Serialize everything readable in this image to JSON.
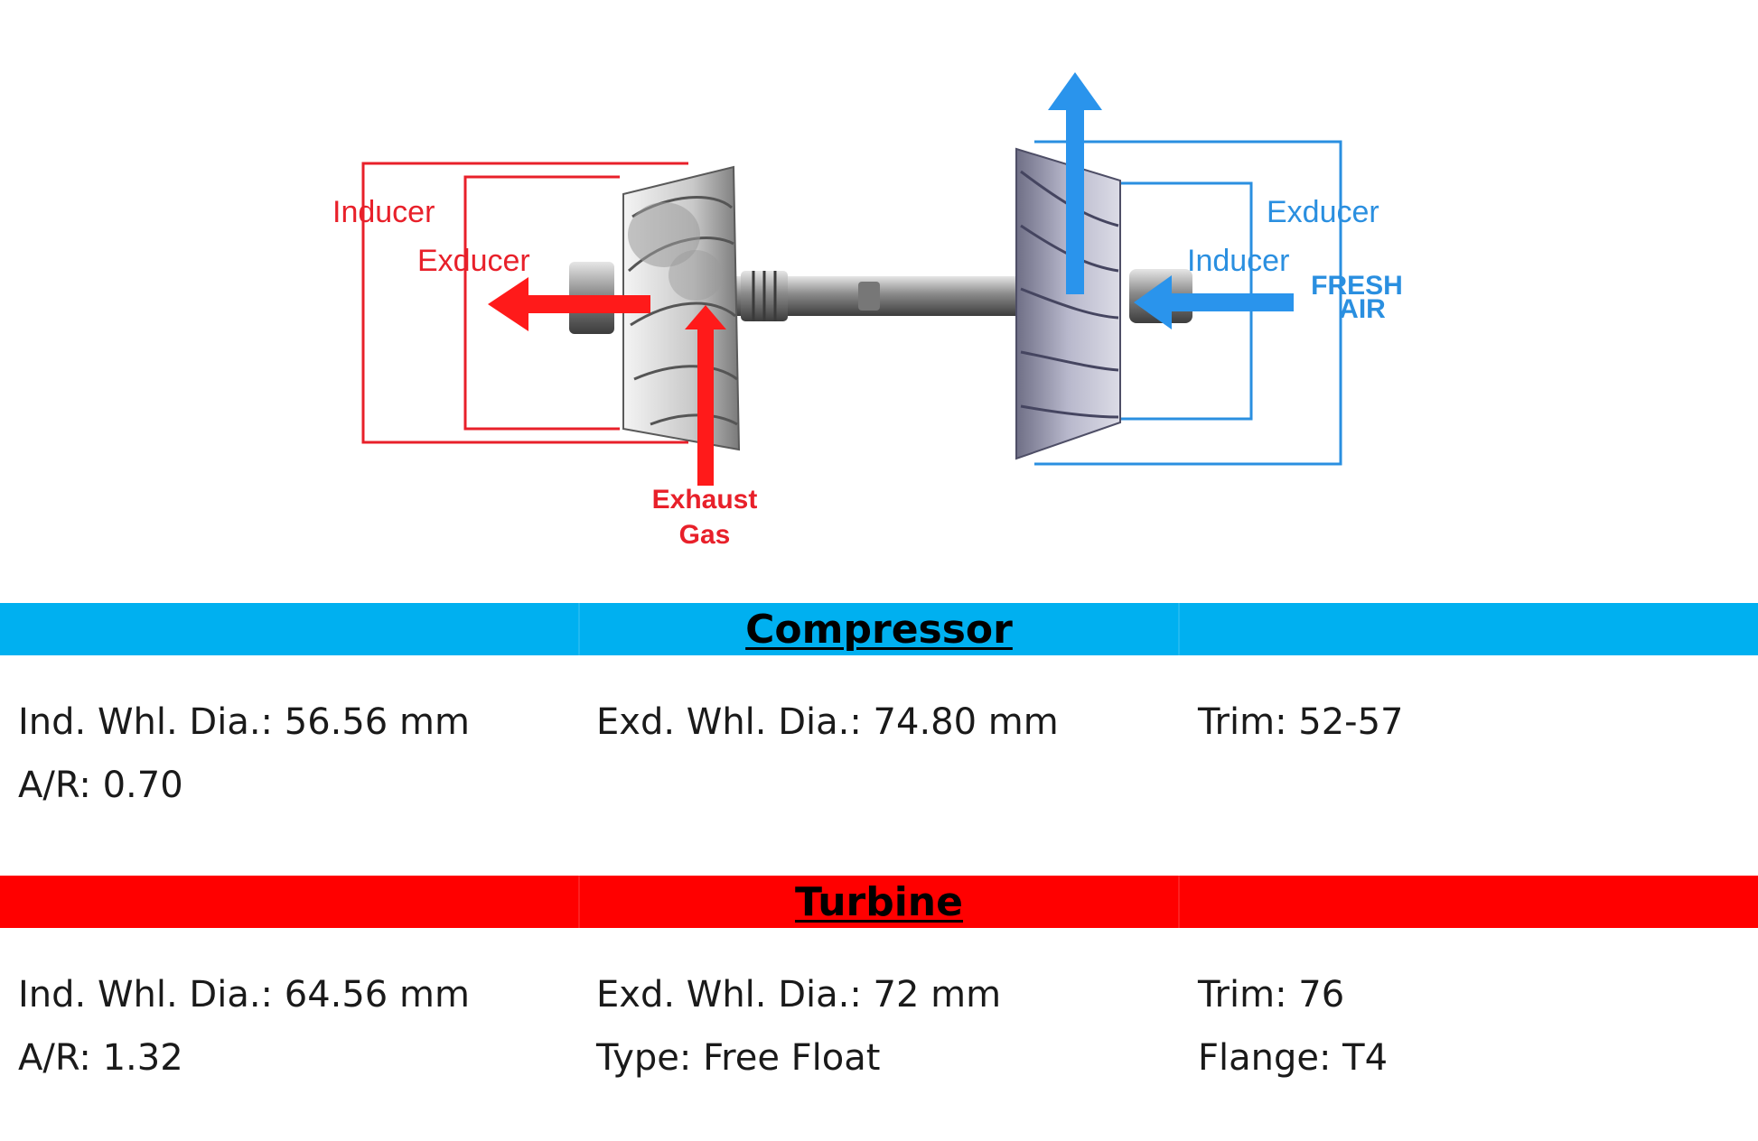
{
  "diagram": {
    "turbine_side": {
      "inducer_label": "Inducer",
      "exducer_label": "Exducer",
      "flow_label_line1": "Exhaust",
      "flow_label_line2": "Gas",
      "color": "#e8202a"
    },
    "compressor_side": {
      "inducer_label": "Inducer",
      "exducer_label": "Exducer",
      "flow_label_line1": "FRESH",
      "flow_label_line2": "AIR",
      "color": "#2a8fe0"
    }
  },
  "compressor": {
    "title": "Compressor",
    "band_color": "#00b0f0",
    "ind_whl_dia": "Ind. Whl. Dia.: 56.56 mm",
    "exd_whl_dia": "Exd. Whl. Dia.: 74.80 mm",
    "trim": "Trim: 52-57",
    "ar": "A/R: 0.70"
  },
  "turbine": {
    "title": "Turbine",
    "band_color": "#ff0000",
    "ind_whl_dia": "Ind. Whl. Dia.: 64.56 mm",
    "exd_whl_dia": "Exd. Whl. Dia.: 72 mm",
    "trim": "Trim: 76",
    "ar": "A/R: 1.32",
    "type": "Type: Free Float",
    "flange": "Flange: T4"
  }
}
